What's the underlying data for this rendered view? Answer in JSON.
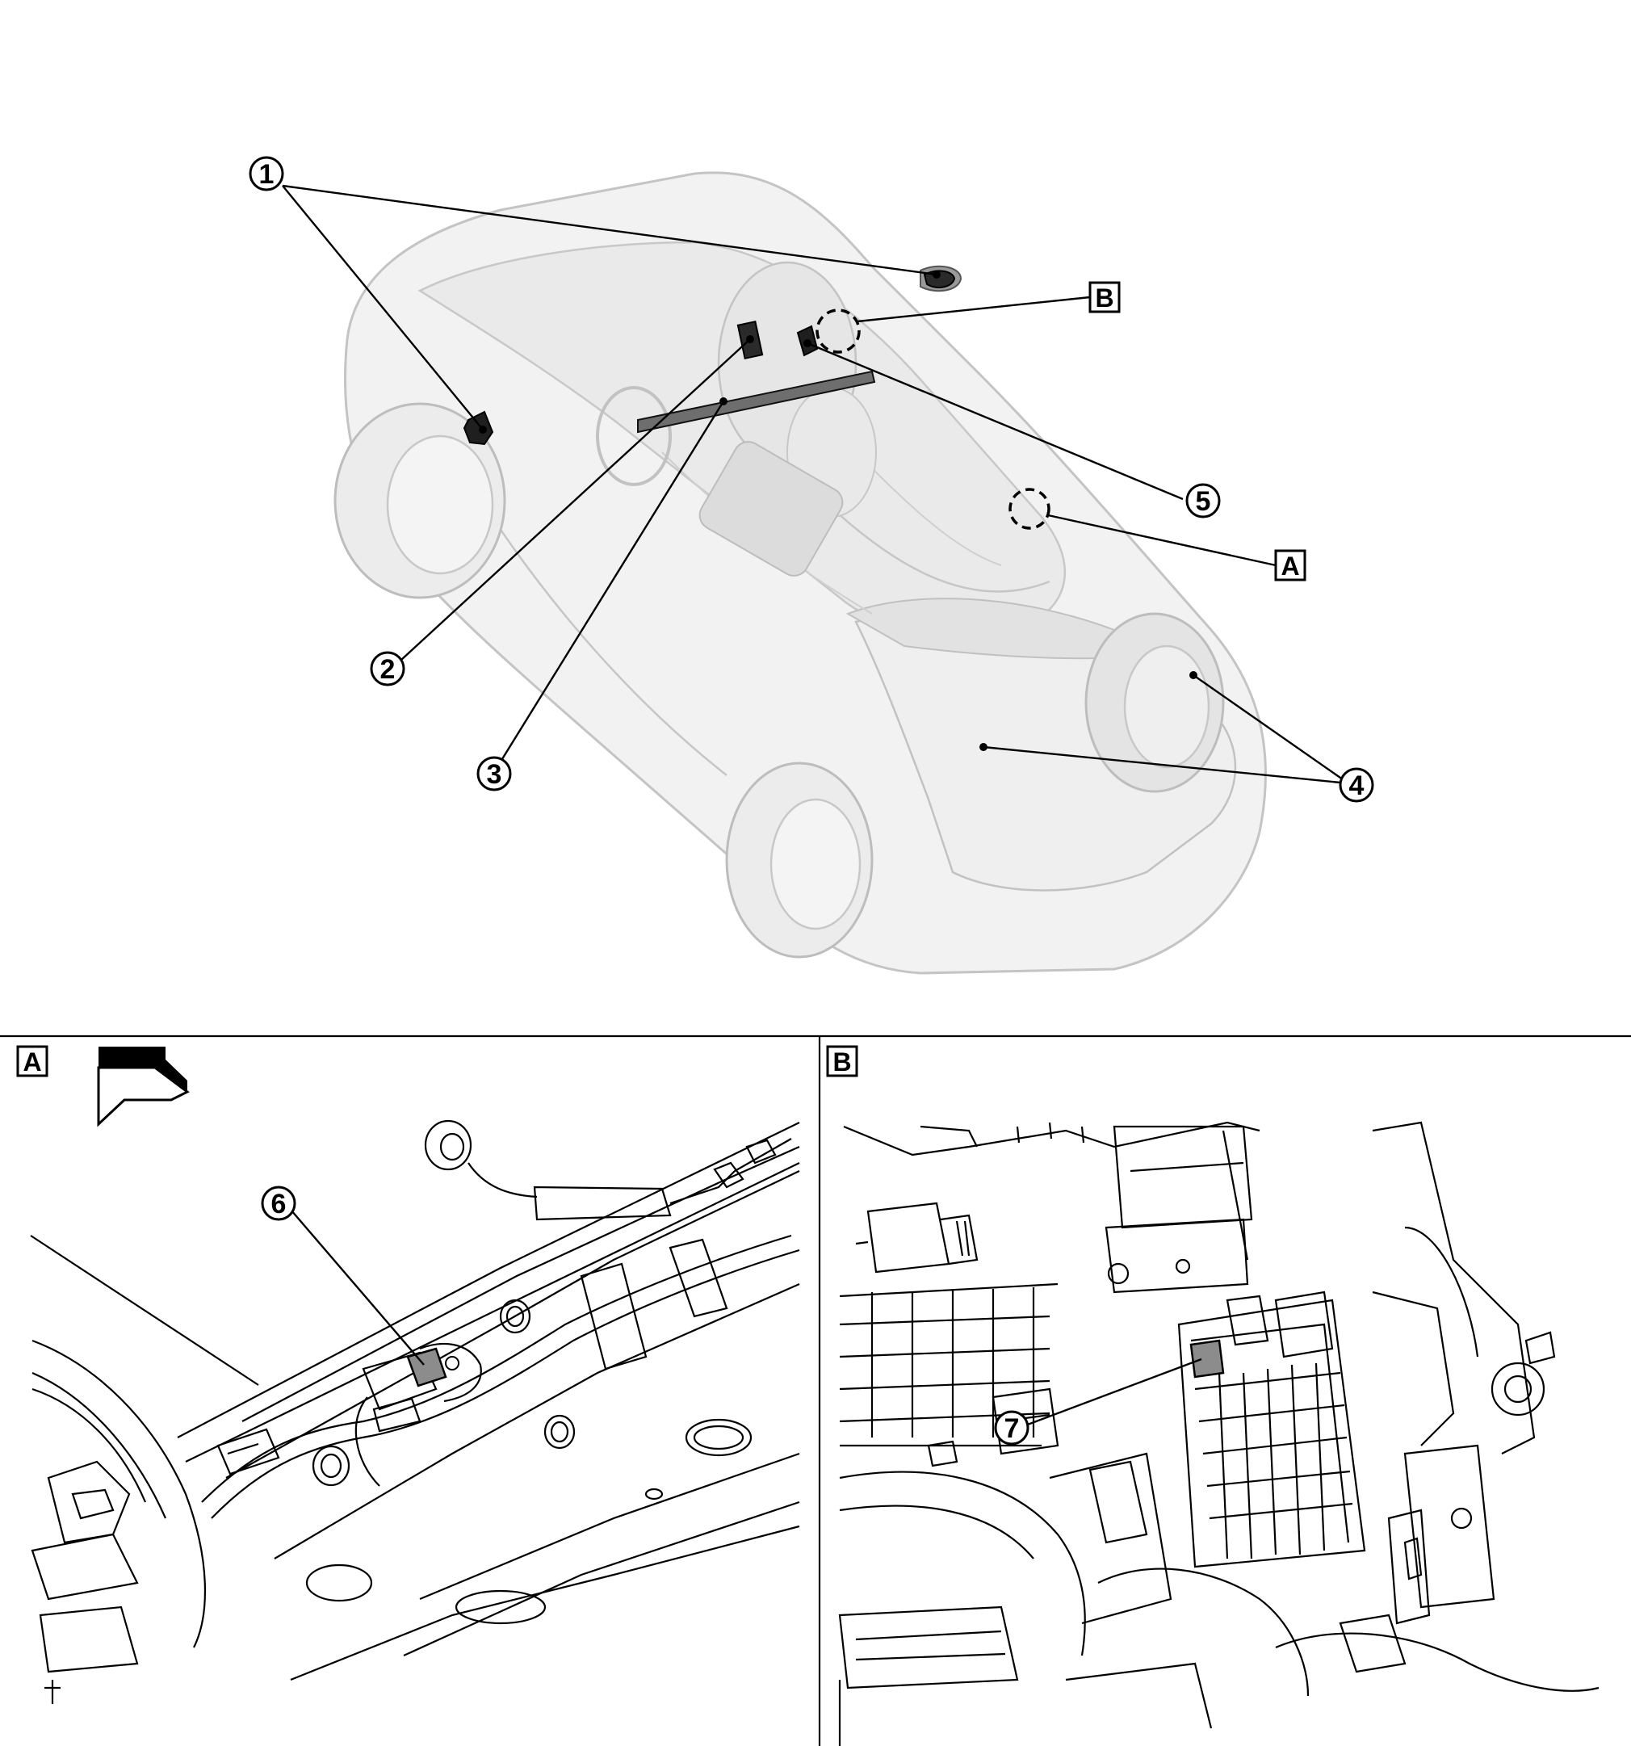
{
  "callouts": {
    "c1": "1",
    "c2": "2",
    "c3": "3",
    "c4": "4",
    "c5": "5",
    "c6": "6",
    "c7": "7"
  },
  "views": {
    "a_label": "A",
    "b_label": "B"
  },
  "colors": {
    "ink": "#000000",
    "ghost": "#b8b8b8",
    "ghost_fill": "#ececec",
    "part_fill": "#2a2a2a",
    "highlight_fill": "#8c8c8c"
  }
}
